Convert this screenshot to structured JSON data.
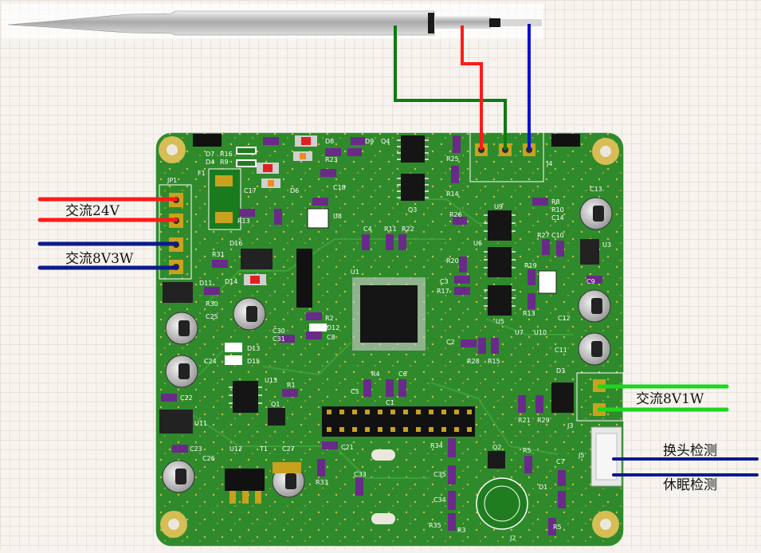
{
  "labels": {
    "ac24": "交流24V",
    "ac8v3w": "交流8V3W",
    "ac8v1w": "交流8V1W",
    "tip_change": "换头检测",
    "sleep": "休眠检测"
  },
  "silkscreen": {
    "jp1": "JP1",
    "f1": "F1",
    "j4": "J4",
    "j3": "J3",
    "j5": "J5",
    "j2": "J2",
    "u1": "U1",
    "u3": "U3",
    "u5": "U5",
    "u6": "U6",
    "u7": "U7",
    "u8": "U8",
    "u9": "U9",
    "u10": "U10",
    "u11": "U11",
    "u12": "U12",
    "u13": "U13",
    "q1": "Q1",
    "q2": "Q2",
    "q3": "Q3",
    "q4": "Q4",
    "t1": "T1",
    "c1": "C1",
    "c2": "C2",
    "c3": "C3",
    "c4": "C4",
    "c5": "C5",
    "c6": "C6",
    "c7": "C7",
    "c8": "C8",
    "c9": "C9",
    "c10": "C10",
    "c11": "C11",
    "c12": "C12",
    "c13": "C13",
    "c14": "C14",
    "c17": "C17",
    "c18": "C18",
    "c21": "C21",
    "c22": "C22",
    "c23": "C23",
    "c24": "C24",
    "c25": "C25",
    "c26": "C26",
    "c27": "C27",
    "c30": "C30",
    "c31": "C31",
    "c33": "C33",
    "c34": "C34",
    "c35": "C35",
    "r1": "R1",
    "r2": "R2",
    "r3": "R3",
    "r4": "R4",
    "r5": "R5",
    "r8": "R8",
    "r9": "R9",
    "r10": "R10",
    "r11": "R11",
    "r13": "R13",
    "r14": "R14",
    "r15": "R15",
    "r16": "R16",
    "r17": "R17",
    "r19": "R19",
    "r20": "R20",
    "r21": "R21",
    "r22": "R22",
    "r23": "R23",
    "r25": "R25",
    "r26": "R26",
    "r27": "R27",
    "r28": "R28",
    "r29": "R29",
    "r30": "R30",
    "r31": "R31",
    "r33": "R33",
    "r34": "R34",
    "r35": "R35",
    "d1": "D1",
    "d3": "D3",
    "d4": "D4",
    "d6": "D6",
    "d7": "D7",
    "d8": "D8",
    "d9": "D9",
    "d11": "D11",
    "d12": "D12",
    "d13": "D13",
    "d14": "D14",
    "d15": "D15",
    "d16": "D16"
  },
  "colors": {
    "pcb": "#2f8a2c",
    "wire_red": "#ff1a1a",
    "wire_green": "#0f7a10",
    "wire_blue": "#1010d0",
    "wire_navy": "#0c1a8c",
    "wire_lime": "#1dd61d"
  }
}
